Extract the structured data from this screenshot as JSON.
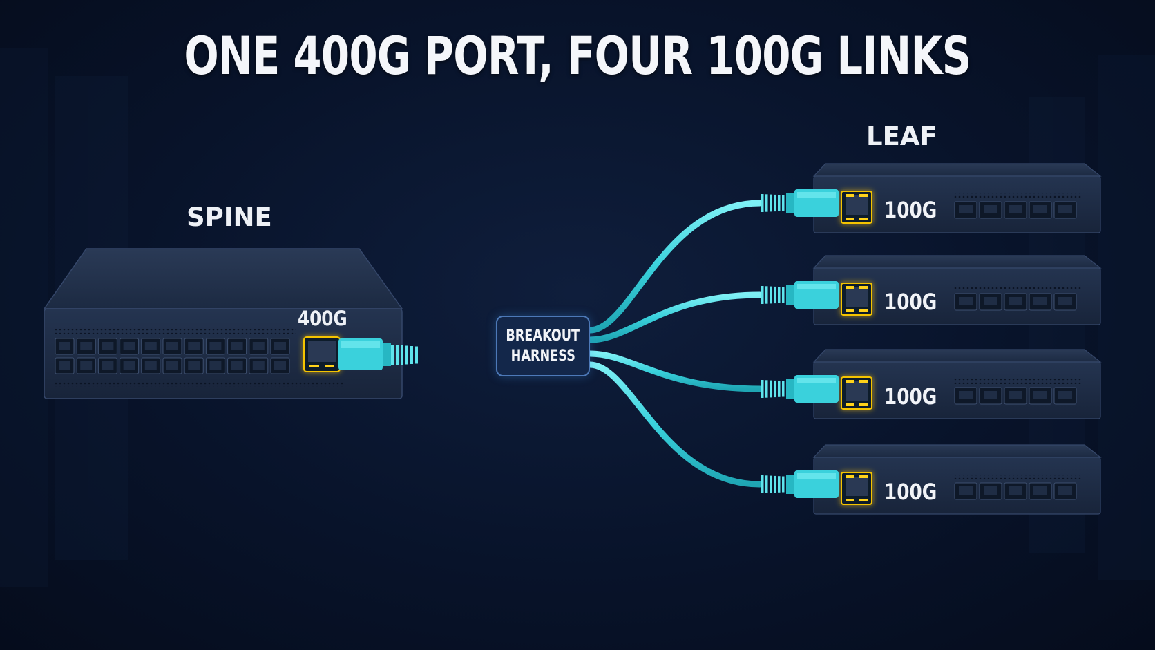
{
  "title": "ONE 400G PORT, FOUR 100G LINKS",
  "spine": {
    "label": "SPINE",
    "port_label": "400G"
  },
  "leaf": {
    "label": "LEAF",
    "switches": [
      {
        "speed": "100G"
      },
      {
        "speed": "100G"
      },
      {
        "speed": "100G"
      },
      {
        "speed": "100G"
      }
    ]
  },
  "harness": {
    "line1": "BREAKOUT",
    "line2": "HARNESS"
  },
  "colors": {
    "cable": "#3ad1dc",
    "port_glow": "#f5c400",
    "switch_body": "#1e2c45",
    "background": "#08132a"
  }
}
